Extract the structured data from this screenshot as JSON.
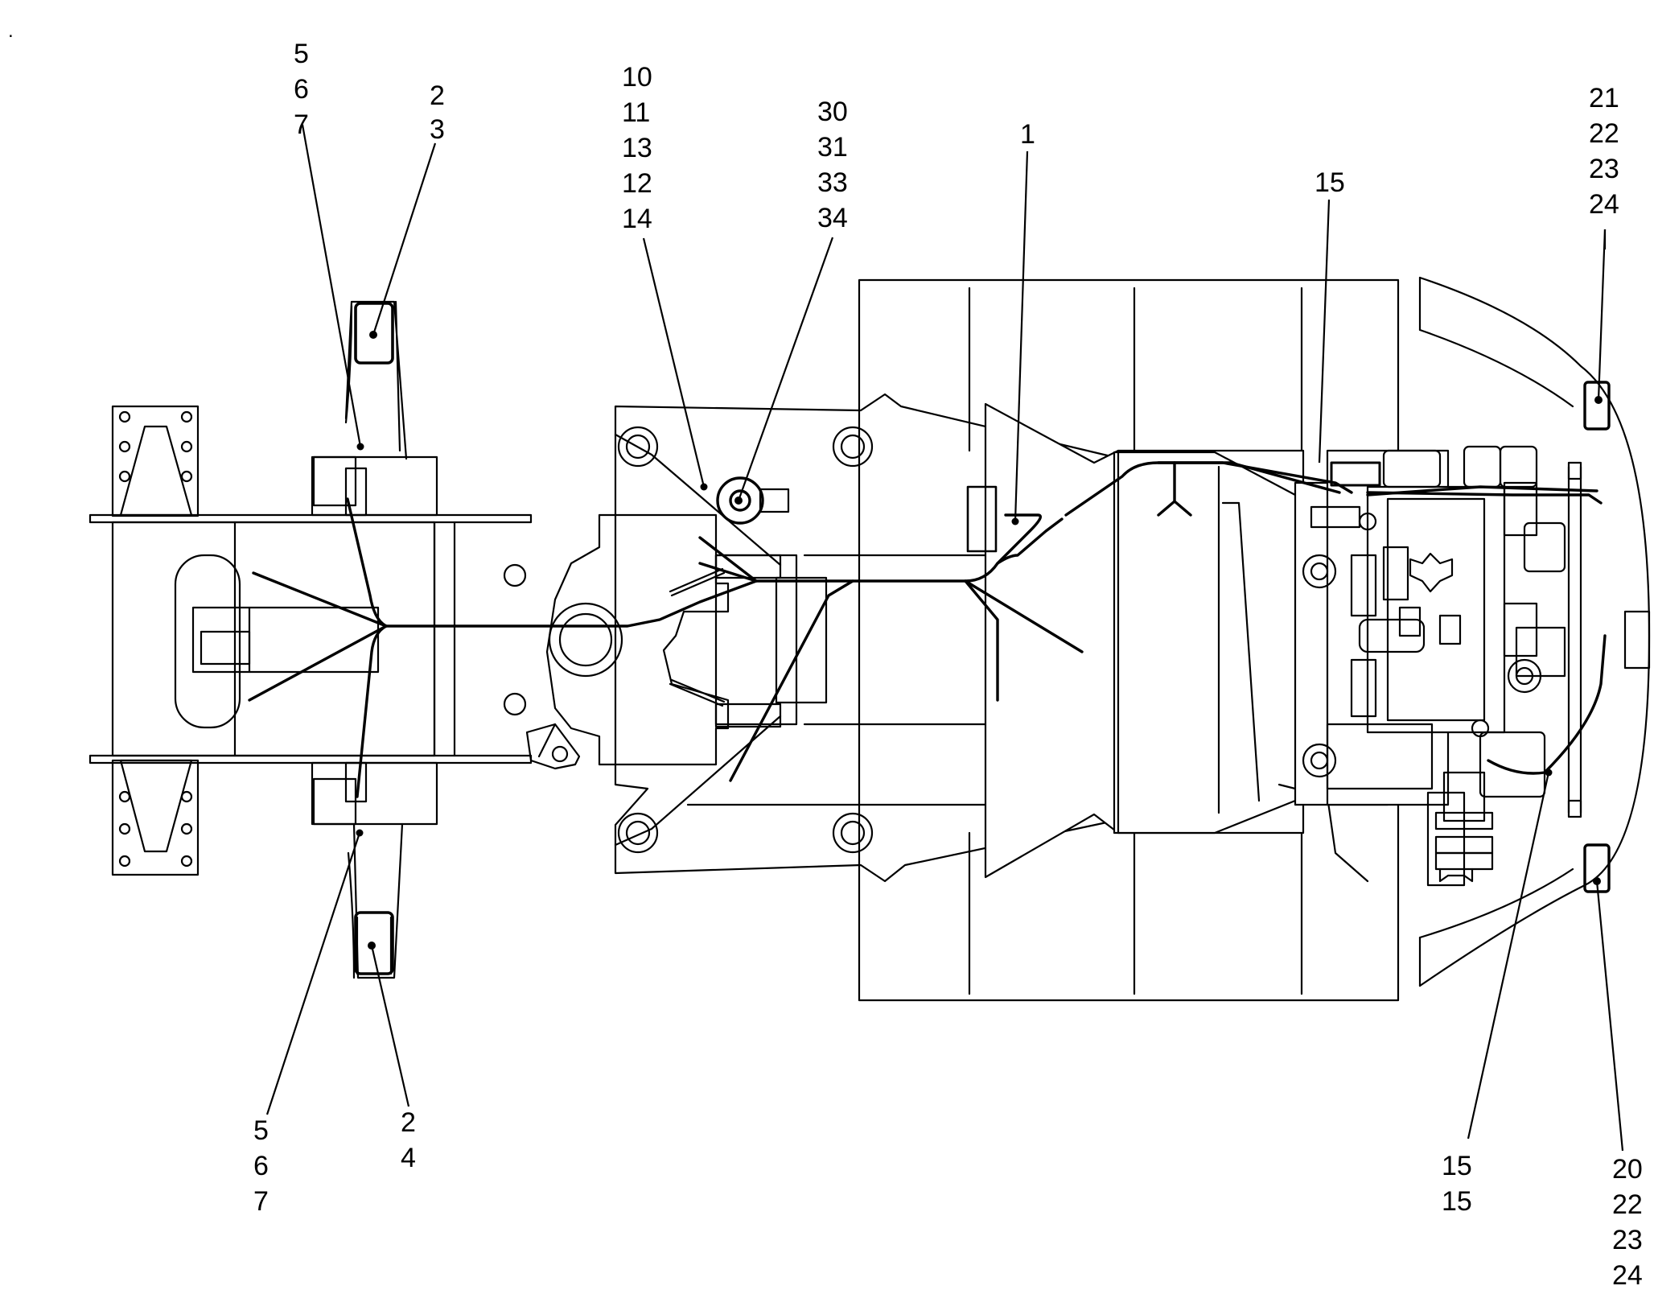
{
  "diagram": {
    "callouts": {
      "top_5_6_7": [
        "5",
        "6",
        "7"
      ],
      "top_2_3": [
        "2",
        "3"
      ],
      "top_10_14": [
        "10",
        "11",
        "13",
        "12",
        "14"
      ],
      "top_30_34": [
        "30",
        "31",
        "33",
        "34"
      ],
      "top_1": [
        "1"
      ],
      "top_15": [
        "15"
      ],
      "top_21_24": [
        "21",
        "22",
        "23",
        "24"
      ],
      "bottom_5_6_7": [
        "5",
        "6",
        "7"
      ],
      "bottom_2_4": [
        "2",
        "4"
      ],
      "bottom_15_15": [
        "15",
        "15"
      ],
      "bottom_20_24": [
        "20",
        "22",
        "23",
        "24"
      ]
    },
    "corner_mark": "."
  }
}
